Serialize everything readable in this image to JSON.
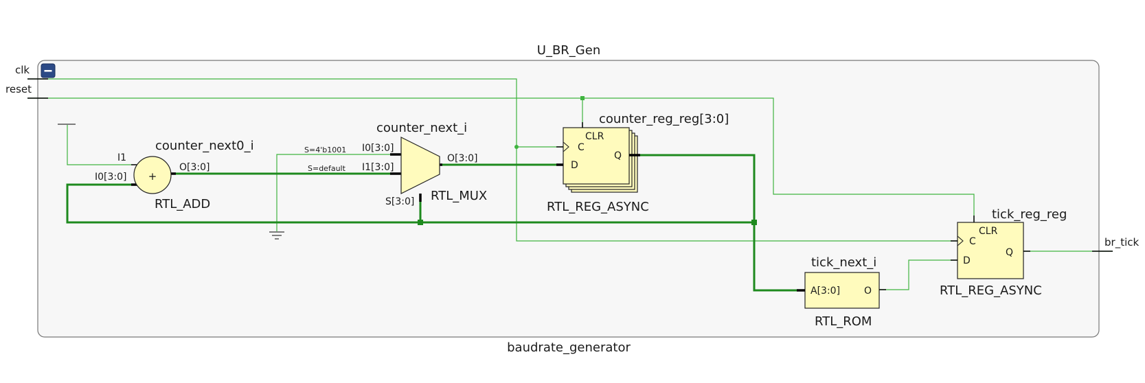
{
  "module": {
    "instance_name": "U_BR_Gen",
    "module_name": "baudrate_generator",
    "collapse_label": "−"
  },
  "ports": {
    "clk": "clk",
    "reset": "reset",
    "br_tick": "br_tick"
  },
  "cells": {
    "adder": {
      "name": "counter_next0_i",
      "type": "RTL_ADD",
      "symbol": "+",
      "in_a": "I1",
      "in_b": "I0[3:0]",
      "out": "O[3:0]"
    },
    "mux": {
      "name": "counter_next_i",
      "type": "RTL_MUX",
      "in0": "I0[3:0]",
      "in1": "I1[3:0]",
      "sel": "S[3:0]",
      "out": "O[3:0]",
      "cond0": "S=4'b1001",
      "cond1": "S=default"
    },
    "counter_reg": {
      "name": "counter_reg_reg[3:0]",
      "type": "RTL_REG_ASYNC",
      "clr": "CLR",
      "c": "C",
      "d": "D",
      "q": "Q"
    },
    "tick_rom": {
      "name": "tick_next_i",
      "type": "RTL_ROM",
      "addr": "A[3:0]",
      "out": "O"
    },
    "tick_reg": {
      "name": "tick_reg_reg",
      "type": "RTL_REG_ASYNC",
      "clr": "CLR",
      "c": "C",
      "d": "D",
      "q": "Q"
    }
  },
  "colors": {
    "wire": "#3fb43f",
    "bus": "#1e8a1e",
    "cell_fill": "#fffbbd",
    "collapse_button": "#2c4a86"
  }
}
